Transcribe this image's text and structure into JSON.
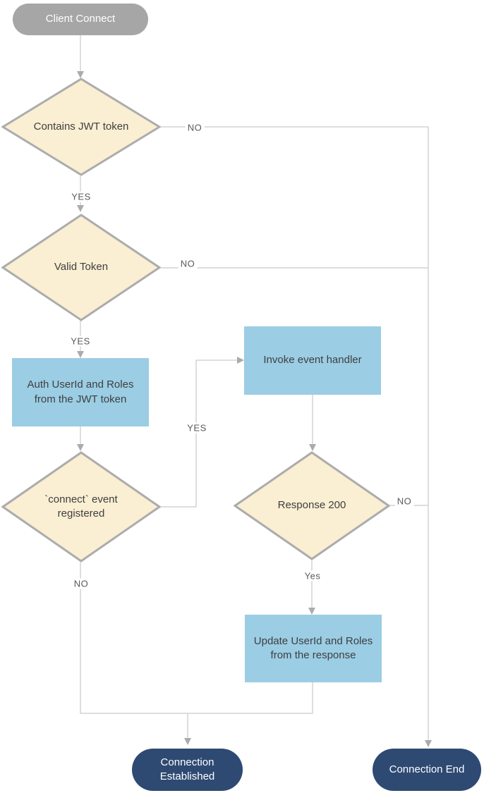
{
  "nodes": {
    "client_connect": {
      "label": "Client Connect",
      "type": "terminator"
    },
    "contains_jwt": {
      "label": "Contains JWT token",
      "type": "decision"
    },
    "valid_token": {
      "label": "Valid Token",
      "type": "decision"
    },
    "auth_userid": {
      "label": "Auth UserId and Roles from the JWT token",
      "type": "process"
    },
    "connect_event": {
      "label": "`connect` event registered",
      "type": "decision"
    },
    "invoke_handler": {
      "label": "Invoke event handler",
      "type": "process"
    },
    "response_200": {
      "label": "Response 200",
      "type": "decision"
    },
    "update_userid": {
      "label": "Update UserId and Roles from the response",
      "type": "process"
    },
    "connection_established": {
      "label": "Connection Established",
      "type": "terminator"
    },
    "connection_end": {
      "label": "Connection End",
      "type": "terminator"
    }
  },
  "edge_labels": {
    "contains_jwt_no": "NO",
    "contains_jwt_yes": "YES",
    "valid_token_no": "NO",
    "valid_token_yes": "YES",
    "connect_event_yes": "YES",
    "connect_event_no": "NO",
    "response_200_no": "NO",
    "response_200_yes": "Yes"
  },
  "colors": {
    "terminator_start_fill": "#a6a6a6",
    "terminator_end_fill": "#2e4a73",
    "process_fill": "#9bcde4",
    "decision_fill": "#faeed3",
    "decision_stroke": "#acacac",
    "connector": "#c9c9c9",
    "arrowhead": "#ababab"
  }
}
